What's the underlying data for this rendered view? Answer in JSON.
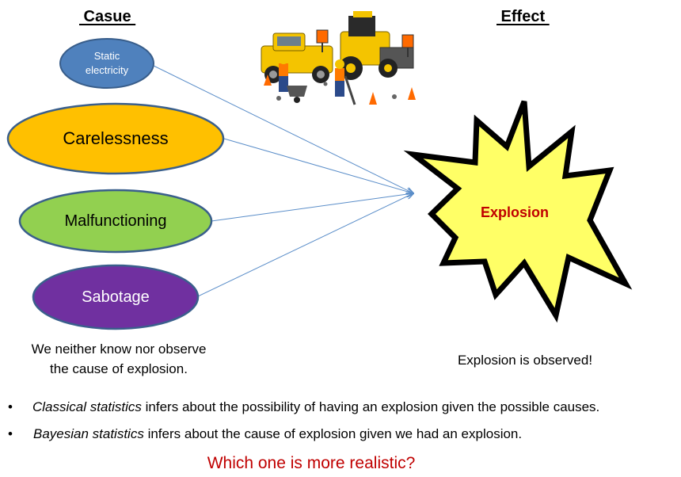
{
  "headers": {
    "cause": " Casue ",
    "effect": " Effect "
  },
  "causes": [
    {
      "label_lines": [
        "Static",
        "electricity"
      ],
      "fill": "#4f81bd",
      "text_color": "#ffffff"
    },
    {
      "label_lines": [
        "Carelessness"
      ],
      "fill": "#ffc000",
      "text_color": "#000000"
    },
    {
      "label_lines": [
        "Malfunctioning"
      ],
      "fill": "#92d050",
      "text_color": "#000000"
    },
    {
      "label_lines": [
        "Sabotage"
      ],
      "fill": "#7030a0",
      "text_color": "#ffffff"
    }
  ],
  "effect": {
    "label": "Explosion",
    "fill": "#ffff66",
    "text_color": "#c00000"
  },
  "notes": {
    "cause_note": [
      "We neither know nor observe",
      "the cause of explosion."
    ],
    "effect_note": "Explosion is observed!"
  },
  "bullets": [
    {
      "italic": "Classical statistics",
      "rest": " infers about the possibility of having an explosion given the possible causes."
    },
    {
      "italic": "Bayesian statistics",
      "rest": " infers about the cause of explosion given we had an explosion."
    }
  ],
  "question": "Which one is more realistic?",
  "colors": {
    "arrow": "#5b8ec9",
    "outline": "#3a5f8c",
    "question": "#c00000"
  },
  "illustration": "construction-toy-scene-icon"
}
